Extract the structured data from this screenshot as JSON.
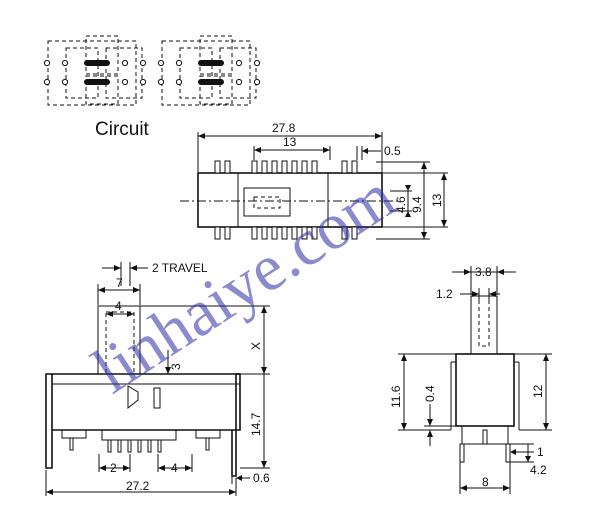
{
  "labels": {
    "circuit": "Circuit",
    "top_length": "27.8",
    "top_pin_span": "13",
    "top_pin_offset": "0.5",
    "top_height_inner": "4.6",
    "top_height_mid": "9.4",
    "top_height_outer": "13",
    "travel": "2 TRAVEL",
    "knob_span": "7",
    "knob_width": "4",
    "knob_height": "X",
    "knob_offset": "3",
    "body_height": "14.7",
    "pin_pitch_a": "2",
    "pin_pitch_b": "4",
    "front_length": "27.2",
    "pin_thickness": "0.6",
    "side_knob_width": "3.8",
    "side_stem_width": "1.2",
    "side_total_height": "11.6",
    "side_offset": "0.4",
    "side_body_height": "12",
    "side_pin_width": "1",
    "side_pin_length": "4.2",
    "side_pin_span": "8"
  },
  "watermark": "linhaiye.com",
  "colors": {
    "line": "#111111",
    "watermark": "#2a2aa8"
  }
}
